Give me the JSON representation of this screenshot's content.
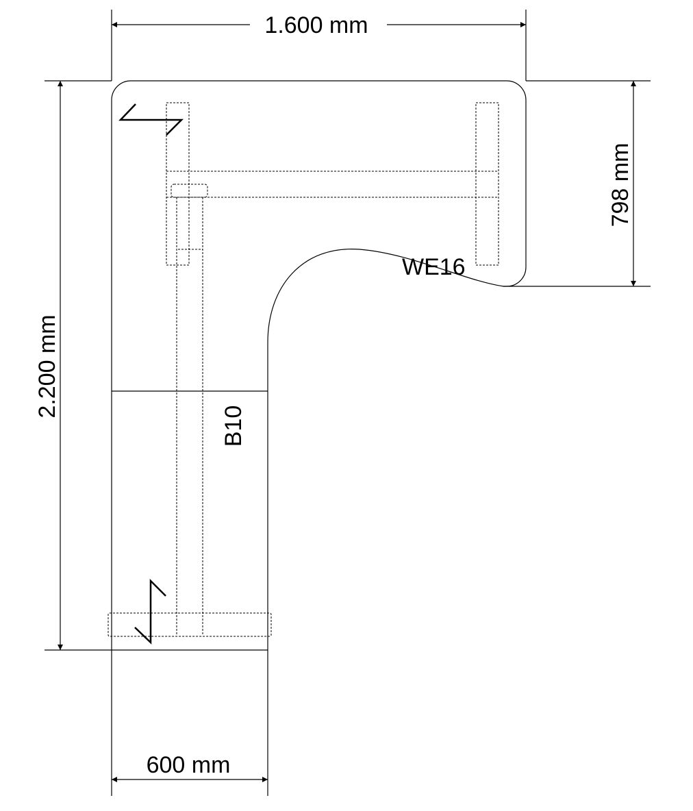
{
  "dimensions": {
    "width_top": "1.600 mm",
    "height_left": "2.200 mm",
    "depth_right": "798 mm",
    "width_bottom": "600 mm"
  },
  "labels": {
    "edge_curve": "WE16",
    "leg_section": "B10"
  }
}
